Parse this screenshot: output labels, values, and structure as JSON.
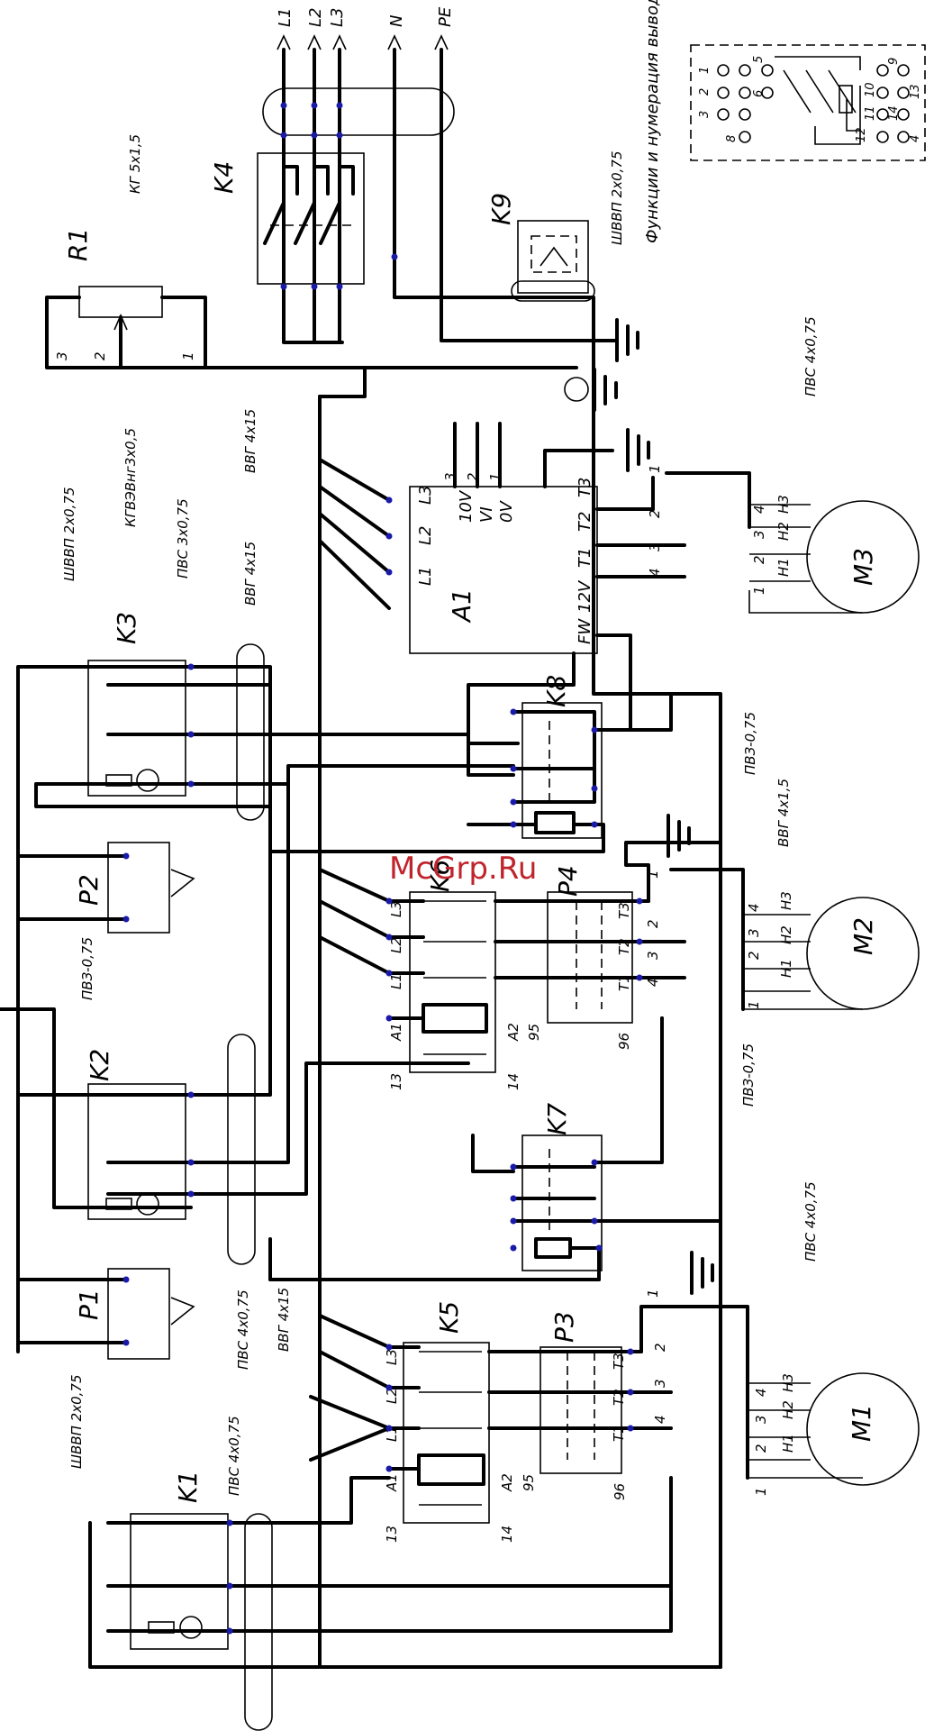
{
  "watermark": "McGrp.Ru",
  "buses": [
    "L1",
    "L2",
    "L3",
    "N",
    "PE"
  ],
  "relay_note": "Функции и нумерация выводов колодки реле",
  "components": {
    "K1": "K1",
    "K2": "K2",
    "K3": "K3",
    "K4": "K4",
    "K5": "K5",
    "K6": "K6",
    "K7": "K7",
    "K8": "K8",
    "K9": "K9",
    "P1": "P1",
    "P2": "P2",
    "P3": "P3",
    "P4": "P4",
    "R1": "R1",
    "A1": "A1",
    "M1": "M1",
    "M2": "M2",
    "M3": "M3"
  },
  "cables": {
    "kg": "КГ 5х1,5",
    "shvvp_k9": "ШВВП 2х0,75",
    "kgvv": "КГВЭВнг3х0,5",
    "vvg_a1": "ВВГ 4х15",
    "vvg_k6": "ВВГ 4х15",
    "vvg_k5": "ВВГ 4х15",
    "pvs_m3": "ПВС 4х0,75",
    "pvs_k3": "ПВС 3х0,75",
    "shvvp_k3": "ШВВП 2х0,75",
    "pvz_k8": "ПВЗ-0,75",
    "vvg_m2": "ВВГ 4х1,5",
    "pvz_p2": "ПВЗ-0,75",
    "pvz_k7": "ПВЗ-0,75",
    "pvs_k2": "ПВС 4х0,75",
    "pvs_m1": "ПВС 4х0,75",
    "shvvp_p1": "ШВВП 2х0,75",
    "pvs_k1": "ПВС 4х0,75"
  },
  "a1": {
    "inputs": [
      "L1",
      "L2",
      "L3"
    ],
    "controls": [
      "10V",
      "VI",
      "0V"
    ],
    "control_pins": [
      "3",
      "2",
      "1"
    ],
    "outputs": [
      "T1",
      "T2",
      "T3"
    ],
    "aux": [
      "FW",
      "12V"
    ]
  },
  "contactor": {
    "line": [
      "L1",
      "L2",
      "L3"
    ],
    "load": [
      "T1",
      "T2",
      "T3"
    ],
    "coil": [
      "A1",
      "A2"
    ],
    "aux": [
      "13",
      "14"
    ],
    "overload": [
      "95",
      "96"
    ]
  },
  "motor_pins": [
    "H1",
    "H2",
    "H3"
  ],
  "num": [
    "1",
    "2",
    "3",
    "4"
  ],
  "r1_pins": [
    "3",
    "2",
    "1"
  ],
  "relay_pins": [
    "1",
    "2",
    "3",
    "4",
    "5",
    "6",
    "8",
    "9",
    "10",
    "11",
    "12",
    "13",
    "14"
  ]
}
